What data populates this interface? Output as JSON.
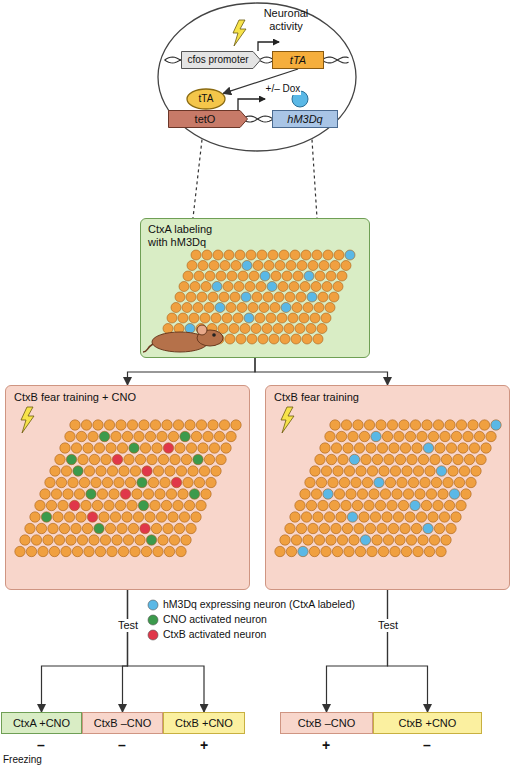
{
  "diagram": {
    "nodes": [
      {
        "text": [
          "Neuronal activity"
        ]
      },
      {
        "text": [
          "cfos promoter"
        ],
        "in": 0
      },
      {
        "text": [
          "tTA"
        ],
        "in": 0
      },
      {
        "text": [
          "tTA"
        ],
        "in": 0
      },
      {
        "text": [
          "tetO"
        ],
        "in": 0
      },
      {
        "text": [
          "hM3Dq"
        ],
        "in": 0
      },
      {
        "text": [
          "CtxA labeling with hM3Dq"
        ]
      },
      {
        "text": [
          "CtxB fear training + CNO"
        ]
      },
      {
        "text": [
          "CtxB fear training"
        ]
      },
      {
        "text": [
          "CtxA +CNO"
        ]
      },
      {
        "text": [
          "CtxB –CNO"
        ]
      },
      {
        "text": [
          "CtxB +CNO"
        ]
      },
      {
        "text": [
          "CtxB –CNO"
        ]
      },
      {
        "text": [
          "CtxB +CNO"
        ]
      }
    ],
    "edges": [
      {
        "from": 0,
        "to": 6,
        "arrow": "none"
      },
      {
        "from": 2,
        "to": 3,
        "label": "+/– Dox",
        "arrow": "to"
      },
      {
        "from": 6,
        "to": 7,
        "arrow": "to"
      },
      {
        "from": 6,
        "to": 8,
        "arrow": "to"
      },
      {
        "from": 7,
        "to": 9,
        "arrow": "to"
      },
      {
        "from": 7,
        "to": 10,
        "arrow": "to"
      },
      {
        "from": 7,
        "to": 11,
        "arrow": "to"
      },
      {
        "from": 8,
        "to": 12,
        "arrow": "to"
      },
      {
        "from": 8,
        "to": 13,
        "arrow": "to"
      }
    ],
    "labels": [
      "Test",
      "Test",
      "Freezing",
      "–",
      "–",
      "+",
      "+",
      "–"
    ],
    "legend": [
      {
        "text": "hM3Dq expressing neuron (CtxA labeled)",
        "color": "#5ab8e6"
      },
      {
        "text": "CNO activated neuron",
        "color": "#3c9a4c"
      },
      {
        "text": "CtxB activated neuron",
        "color": "#e0374a"
      }
    ]
  }
}
